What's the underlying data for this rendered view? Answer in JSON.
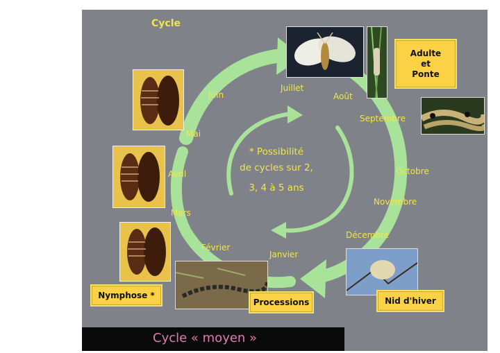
{
  "title": "Cycle",
  "months": {
    "juin": "Juin",
    "juillet": "Juillet",
    "aout": "Août",
    "septembre": "Septembre",
    "octobre": "Octobre",
    "novembre": "Novembre",
    "decembre": "Décembre",
    "janvier": "Janvier",
    "fevrier": "Février",
    "mars": "Mars",
    "avril": "Avril",
    "mai": "Mai"
  },
  "center_note": {
    "line1": "* Possibilité",
    "line2": "de cycles sur 2,",
    "line3": "3, 4 à 5 ans"
  },
  "stages": {
    "adult_line1": "Adulte",
    "adult_line2": "et",
    "adult_line3": "Ponte",
    "nymphose": "Nymphose *",
    "processions": "Processions",
    "nid": "Nid d'hiver"
  },
  "footer": "Cycle « moyen »",
  "colors": {
    "background": "#7f8288",
    "arrow": "#a9e39a",
    "label_text": "#f2e64a",
    "box_fill": "#fbd245",
    "footer_text": "#e07ab0"
  }
}
